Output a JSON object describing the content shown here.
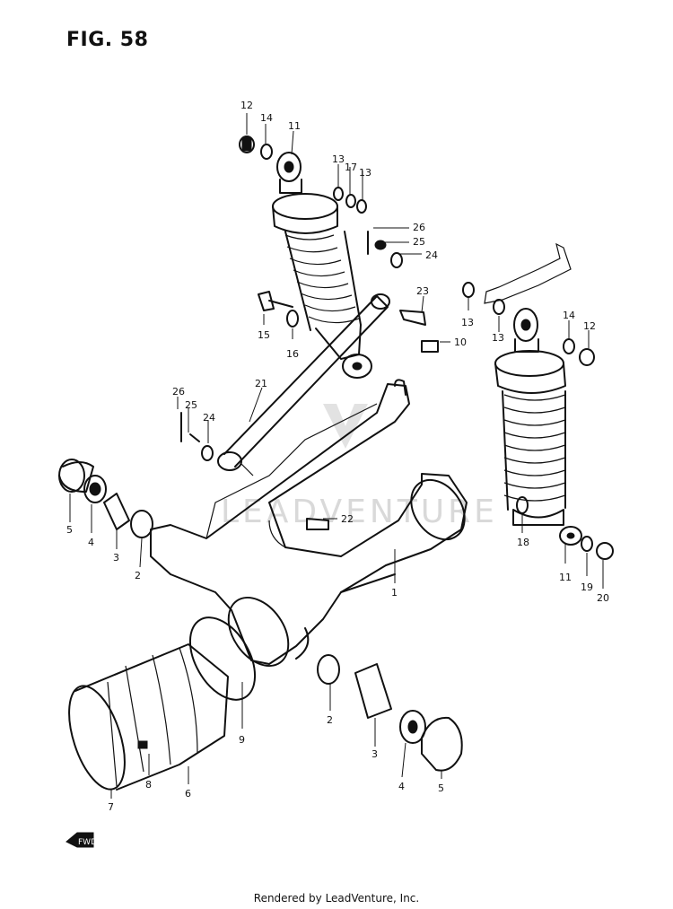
{
  "figure": {
    "title": "FIG. 58",
    "footer": "Rendered by LeadVenture, Inc.",
    "watermark": "LEADVENTURE",
    "fwd_label": "FWD"
  },
  "callouts": [
    {
      "id": "c12a",
      "text": "12"
    },
    {
      "id": "c14a",
      "text": "14"
    },
    {
      "id": "c11a",
      "text": "11"
    },
    {
      "id": "c13a",
      "text": "13"
    },
    {
      "id": "c17",
      "text": "17"
    },
    {
      "id": "c13b",
      "text": "13"
    },
    {
      "id": "c26a",
      "text": "26"
    },
    {
      "id": "c25a",
      "text": "25"
    },
    {
      "id": "c24a",
      "text": "24"
    },
    {
      "id": "c23",
      "text": "23"
    },
    {
      "id": "c13c",
      "text": "13"
    },
    {
      "id": "c13d",
      "text": "13"
    },
    {
      "id": "c14b",
      "text": "14"
    },
    {
      "id": "c12b",
      "text": "12"
    },
    {
      "id": "c15",
      "text": "15"
    },
    {
      "id": "c16",
      "text": "16"
    },
    {
      "id": "c10",
      "text": "10"
    },
    {
      "id": "c21",
      "text": "21"
    },
    {
      "id": "c26b",
      "text": "26"
    },
    {
      "id": "c25b",
      "text": "25"
    },
    {
      "id": "c24b",
      "text": "24"
    },
    {
      "id": "c22",
      "text": "22"
    },
    {
      "id": "c5a",
      "text": "5"
    },
    {
      "id": "c4a",
      "text": "4"
    },
    {
      "id": "c3a",
      "text": "3"
    },
    {
      "id": "c2a",
      "text": "2"
    },
    {
      "id": "c1",
      "text": "1"
    },
    {
      "id": "c18",
      "text": "18"
    },
    {
      "id": "c11b",
      "text": "11"
    },
    {
      "id": "c19",
      "text": "19"
    },
    {
      "id": "c20",
      "text": "20"
    },
    {
      "id": "c9",
      "text": "9"
    },
    {
      "id": "c2b",
      "text": "2"
    },
    {
      "id": "c3b",
      "text": "3"
    },
    {
      "id": "c4b",
      "text": "4"
    },
    {
      "id": "c5b",
      "text": "5"
    },
    {
      "id": "c6",
      "text": "6"
    },
    {
      "id": "c7",
      "text": "7"
    },
    {
      "id": "c8",
      "text": "8"
    }
  ]
}
